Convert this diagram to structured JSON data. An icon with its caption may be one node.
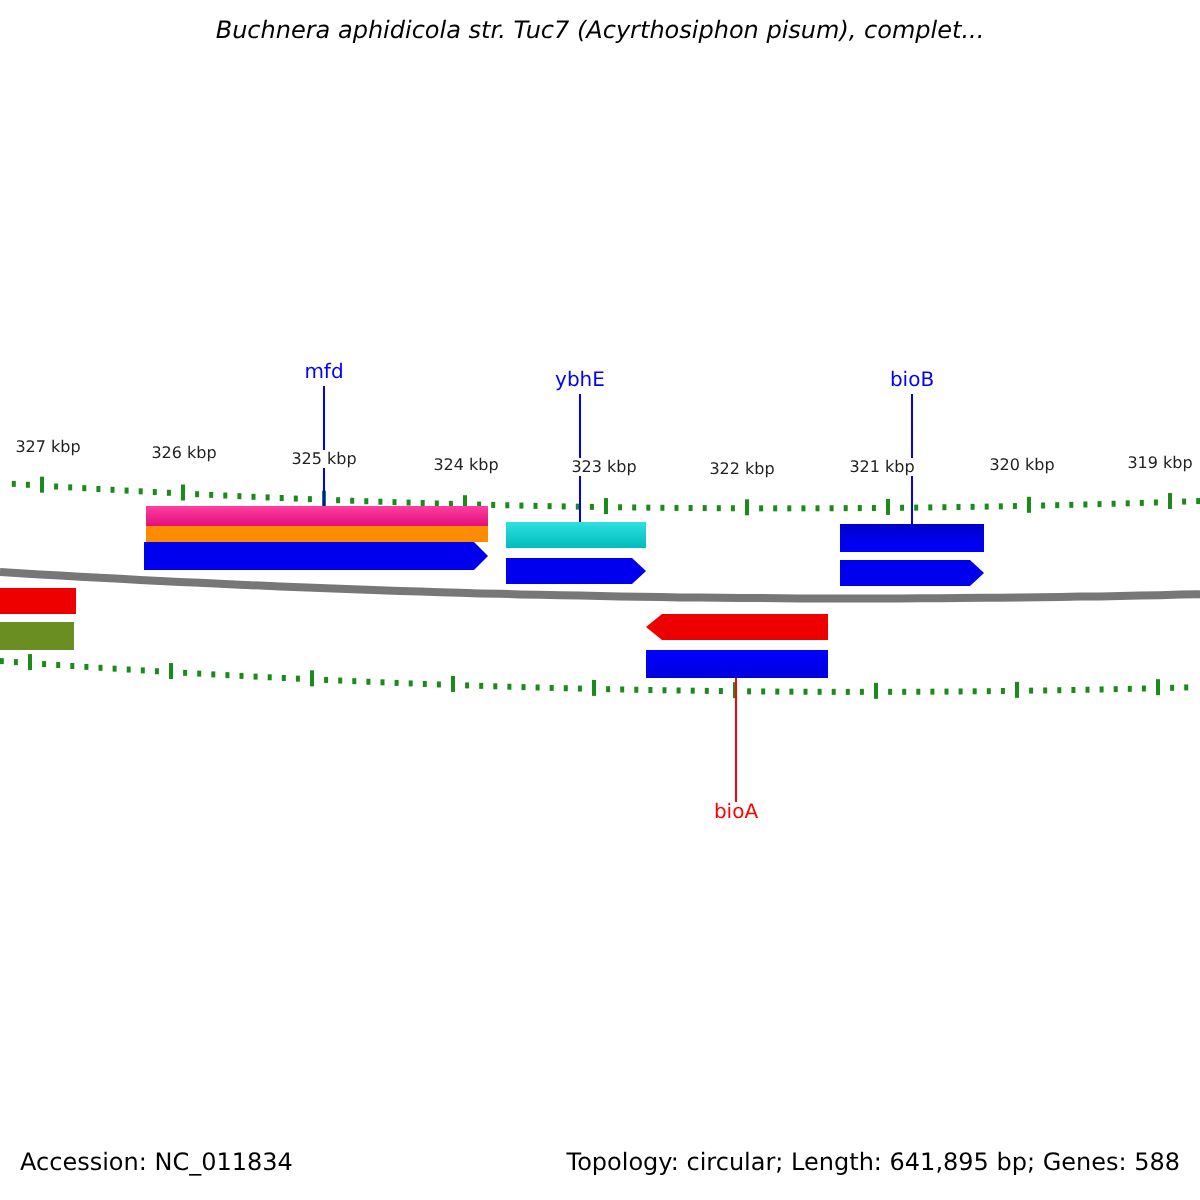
{
  "diagram": {
    "title": "Buchnera aphidicola str. Tuc7 (Acyrthosiphon pisum), complet...",
    "nodes": [
      {
        "text": [
          "mfd"
        ]
      },
      {
        "text": [
          "ybhE"
        ]
      },
      {
        "text": [
          "bioB"
        ]
      },
      {
        "text": [
          "bioA"
        ]
      },
      {
        "text": [],
        "shape": "bar"
      },
      {
        "text": [],
        "shape": "bar"
      },
      {
        "text": [],
        "shape": "bar"
      },
      {
        "text": [],
        "shape": "bar"
      }
    ],
    "edges": [
      {
        "from": 0,
        "to": 4,
        "arrow": "none"
      },
      {
        "from": 1,
        "to": 5,
        "arrow": "none"
      },
      {
        "from": 2,
        "to": 6,
        "arrow": "none"
      },
      {
        "from": 3,
        "to": 7,
        "arrow": "none",
        "color": "#ff0000"
      }
    ],
    "labels": [
      "327 kbp",
      "326 kbp",
      "325 kbp",
      "324 kbp",
      "323 kbp",
      "322 kbp",
      "321 kbp",
      "320 kbp",
      "319 kbp",
      "Accession: NC_011834",
      "Topology: circular; Length: 641,895 bp; Genes: 588"
    ]
  }
}
